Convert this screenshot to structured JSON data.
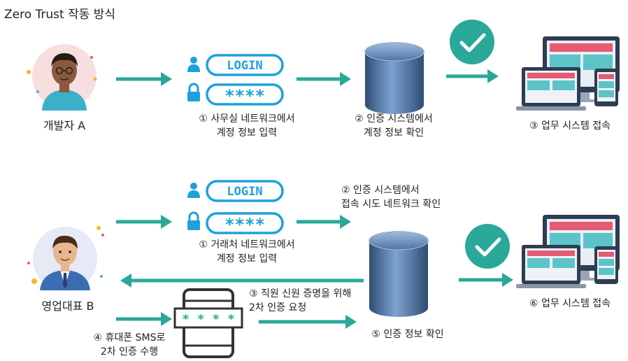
{
  "title": "Zero Trust 작동 방식",
  "colors": {
    "teal": "#2aa89a",
    "blue": "#1ea1db",
    "db_dark": "#2e4d73",
    "db_light": "#6d93c4"
  },
  "row1": {
    "user_label": "개발자 A",
    "login_text": "LOGIN",
    "password_text": "****",
    "step1": "① 사무실 네트워크에서\n계정 정보 입력",
    "step2": "② 인증 시스템에서\n계정 정보 확인",
    "step3": "③ 업무 시스템 접속"
  },
  "row2": {
    "user_label": "영업대표 B",
    "login_text": "LOGIN",
    "password_text": "****",
    "step1": "① 거래처 네트워크에서\n계정 정보 입력",
    "step2": "②  인증 시스템에서\n접속 시도 네트워크 확인",
    "step3": "③ 직원 신원 증명을 위해\n2차 인증 요청",
    "step4": "④ 휴대폰 SMS로\n2차 인증 수행",
    "step5": "⑤  인증 정보 확인",
    "step6": "⑥  업무 시스템 접속",
    "phone_code": "* * * *"
  }
}
